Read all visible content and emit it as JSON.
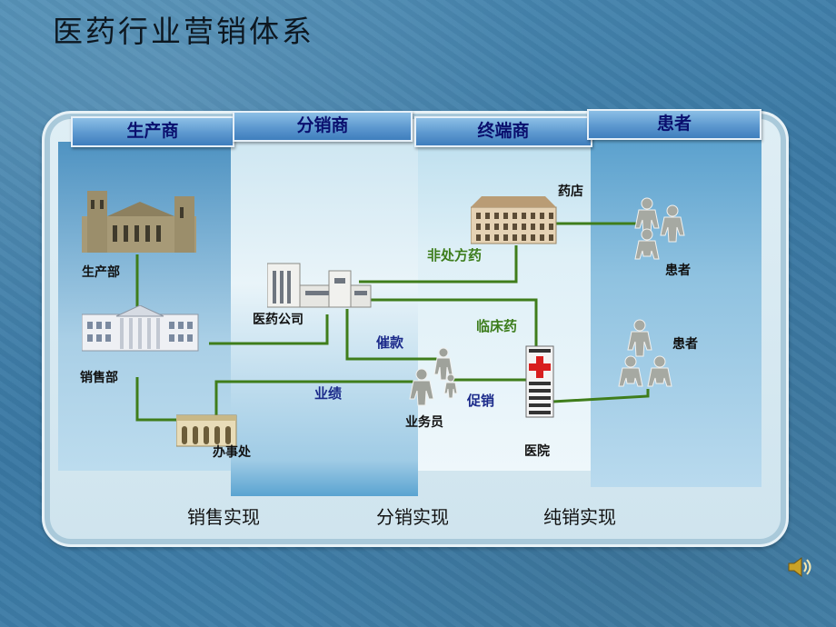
{
  "title": "医药行业营销体系",
  "columns": [
    "生产商",
    "分销商",
    "终端商",
    "患者"
  ],
  "nodes": {
    "factory": "生产部",
    "sales_dept": "销售部",
    "office": "办事处",
    "pharma_company": "医药公司",
    "pharmacy": "药店",
    "hospital": "医院",
    "salesperson": "业务员",
    "patients_top": "患者",
    "patients_bottom": "患者"
  },
  "edge_labels": {
    "otc": "非处方药",
    "clinical": "临床药",
    "collection": "催款",
    "performance": "业绩",
    "promotion": "促销"
  },
  "footer": [
    "销售实现",
    "分销实现",
    "纯销实现"
  ],
  "colors": {
    "line_green": "#3f7d1b",
    "tab_text": "#0a0f6e",
    "green_label": "#3d7d1c",
    "blue_label": "#1b2a8a"
  }
}
